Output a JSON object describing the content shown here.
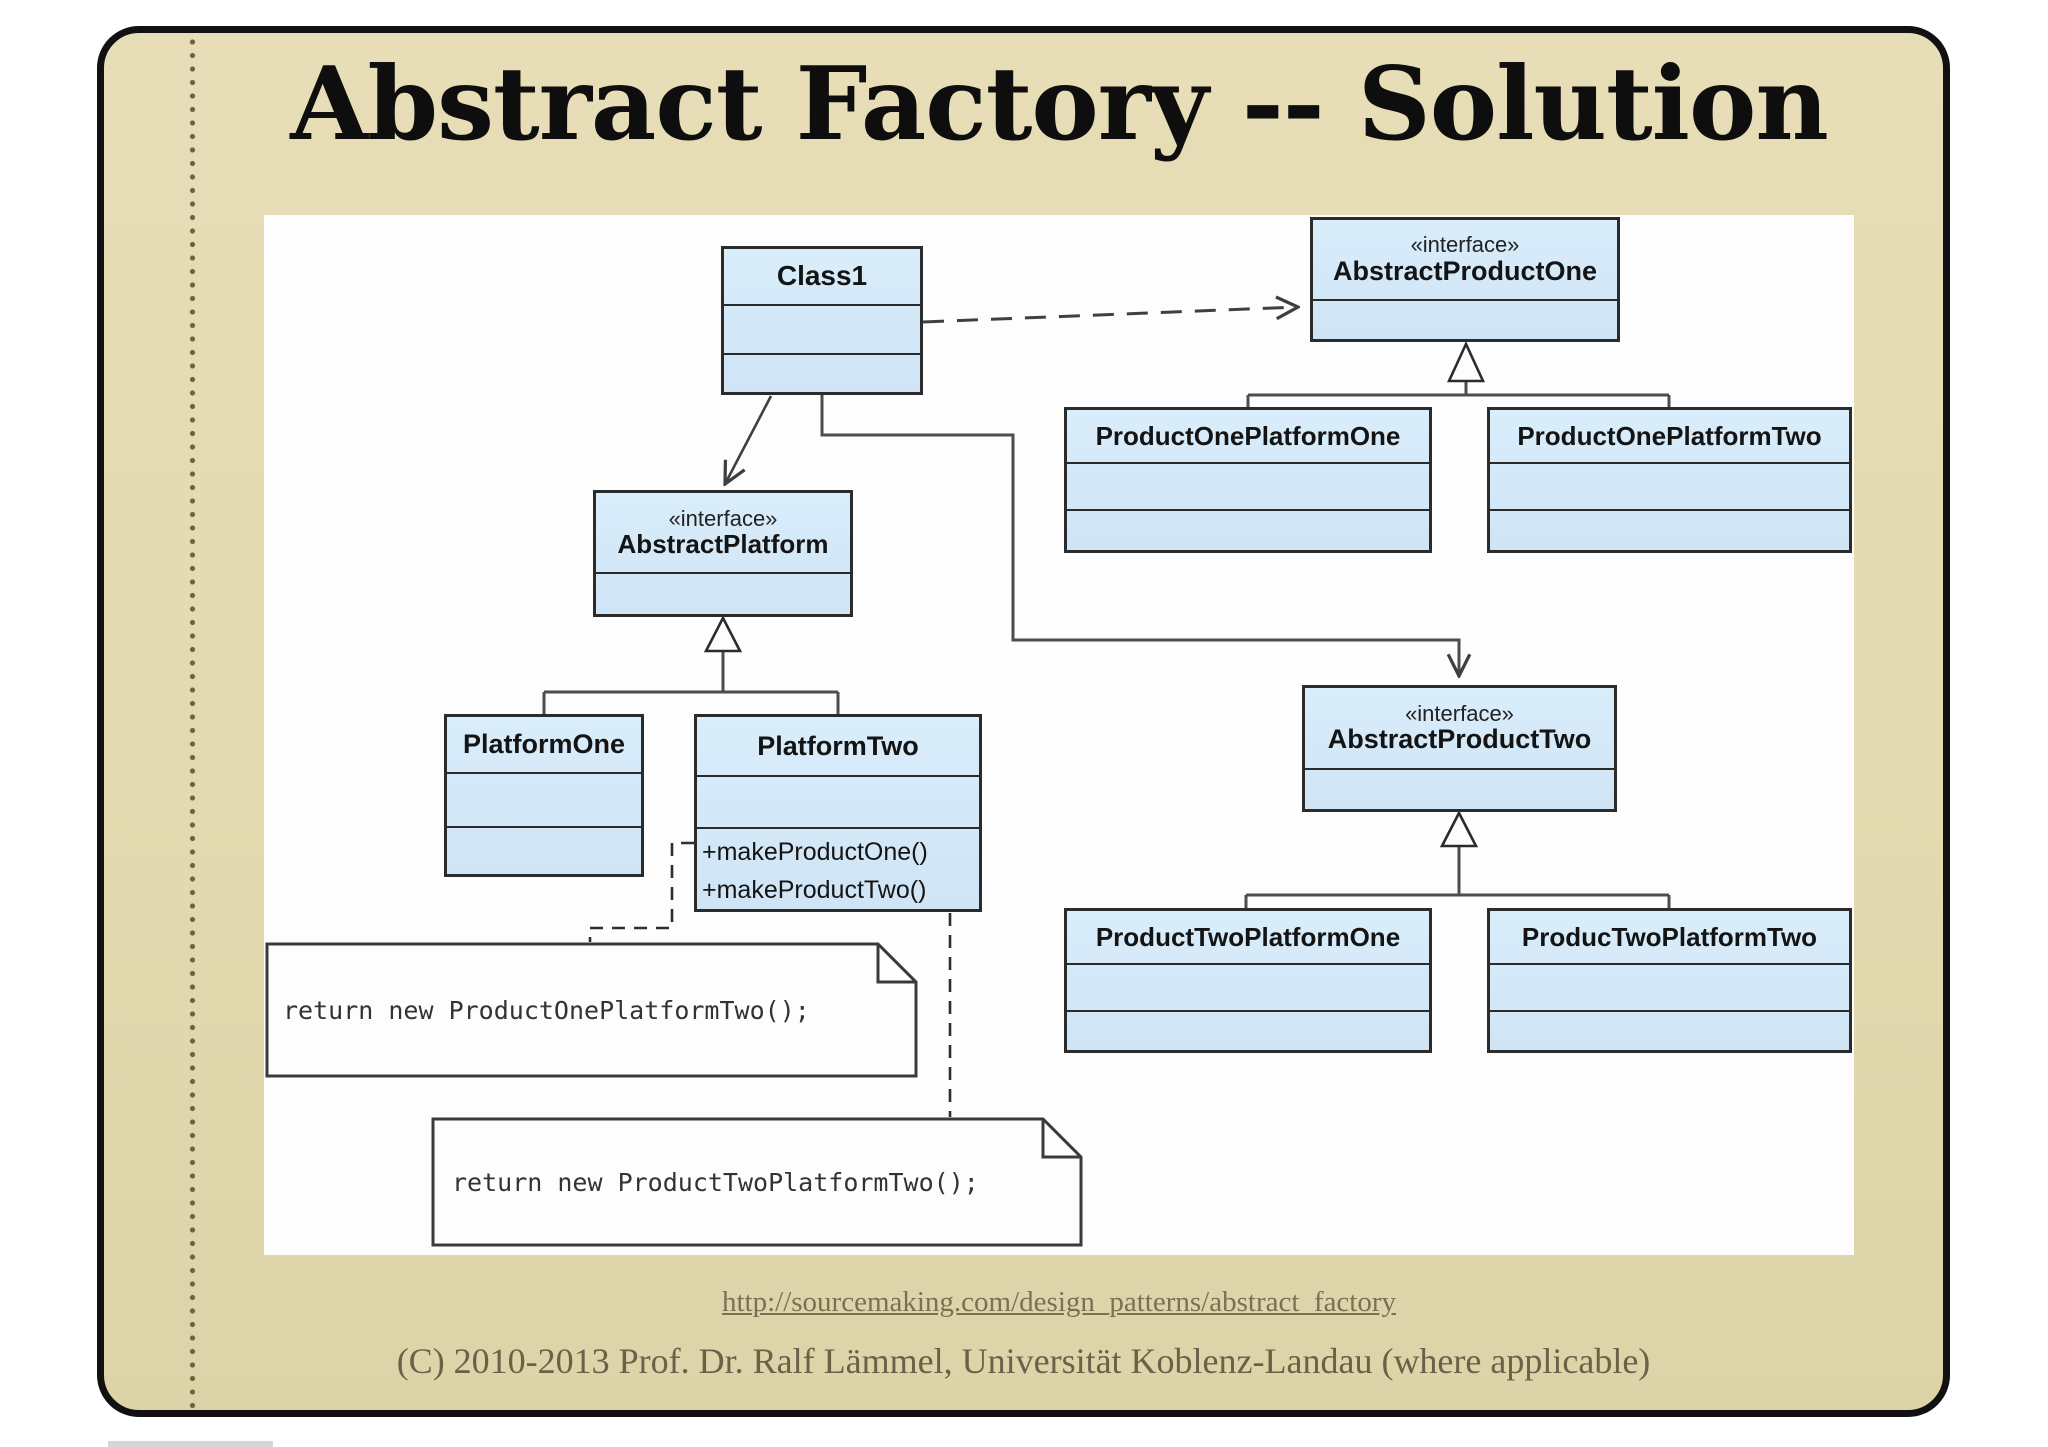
{
  "slide": {
    "title": "Abstract Factory -- Solution"
  },
  "diagram": {
    "classes": [
      {
        "id": "class1",
        "name": "Class1"
      },
      {
        "id": "abstract-product-one",
        "stereotype": "«interface»",
        "name": "AbstractProductOne"
      },
      {
        "id": "product-one-platform-one",
        "name": "ProductOnePlatformOne"
      },
      {
        "id": "product-one-platform-two",
        "name": "ProductOnePlatformTwo"
      },
      {
        "id": "abstract-platform",
        "stereotype": "«interface»",
        "name": "AbstractPlatform"
      },
      {
        "id": "platform-one",
        "name": "PlatformOne"
      },
      {
        "id": "platform-two",
        "name": "PlatformTwo",
        "methods": [
          "+makeProductOne()",
          "+makeProductTwo()"
        ]
      },
      {
        "id": "abstract-product-two",
        "stereotype": "«interface»",
        "name": "AbstractProductTwo"
      },
      {
        "id": "product-two-platform-one",
        "name": "ProductTwoPlatformOne"
      },
      {
        "id": "produc-two-platform-two",
        "name": "ProducTwoPlatformTwo"
      }
    ],
    "notes": [
      {
        "id": "note-one",
        "text": "return new ProductOnePlatformTwo();"
      },
      {
        "id": "note-two",
        "text": "return new ProductTwoPlatformTwo();"
      }
    ],
    "relations": [
      {
        "type": "dependency-arrow",
        "from": "Class1",
        "to": "AbstractProductOne"
      },
      {
        "type": "dependency-arrow",
        "from": "Class1",
        "to": "AbstractPlatform"
      },
      {
        "type": "dependency-arrow",
        "from": "Class1",
        "to": "AbstractProductTwo"
      },
      {
        "type": "generalization",
        "children": [
          "ProductOnePlatformOne",
          "ProductOnePlatformTwo"
        ],
        "parent": "AbstractProductOne"
      },
      {
        "type": "generalization",
        "children": [
          "PlatformOne",
          "PlatformTwo"
        ],
        "parent": "AbstractPlatform"
      },
      {
        "type": "generalization",
        "children": [
          "ProductTwoPlatformOne",
          "ProducTwoPlatformTwo"
        ],
        "parent": "AbstractProductTwo"
      }
    ]
  },
  "footer": {
    "link_text": "http://sourcemaking.com/design_patterns/abstract_factory",
    "copyright": "(C) 2010-2013 Prof. Dr. Ralf Lämmel, Universität Koblenz-Landau (where applicable)"
  },
  "colors": {
    "slide_background": "#e4dab1",
    "slide_border": "#111111",
    "diagram_background": "#fdfdfe",
    "class_box_fill": "#d4e8f7",
    "class_box_border": "#2b2b2b",
    "connector": "#4d4d4d",
    "link_text": "#7b7054",
    "copyright_text": "#6b6149",
    "title_text": "#0e0e0e"
  }
}
